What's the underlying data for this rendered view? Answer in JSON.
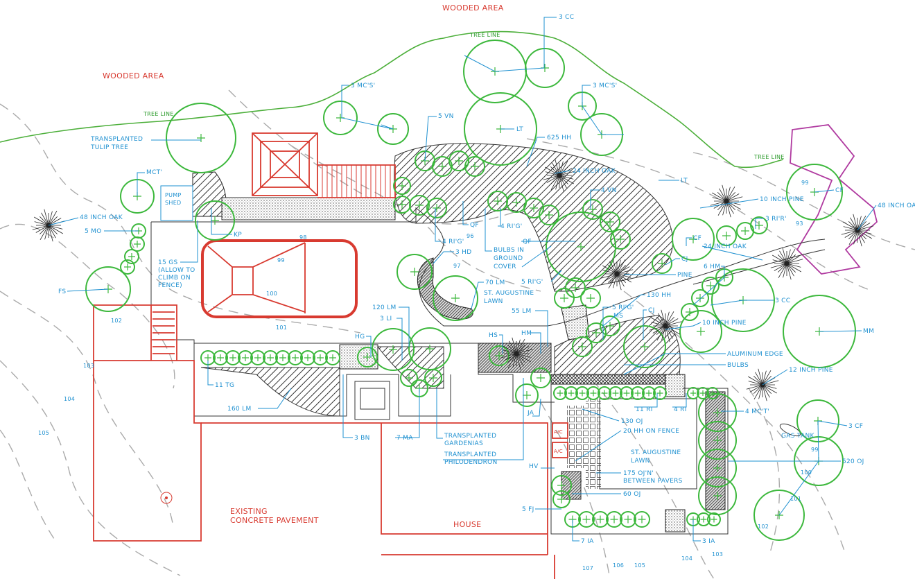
{
  "colors": {
    "plants": "#3cb83c",
    "labels": "#1e90d0",
    "structures": "#d83a30",
    "property": "#b03aa0",
    "contours": "#aaaaaa"
  },
  "areas": {
    "wooded_top": "WOODED AREA",
    "wooded_left": "WOODED AREA",
    "tree_line": "TREE LINE",
    "house": "HOUSE",
    "pavement": [
      "EXISTING",
      "CONCRETE PAVEMENT"
    ],
    "pump_shed": [
      "PUMP",
      "SHED"
    ],
    "ac": "A/C"
  },
  "labels": {
    "cc_top": "3 CC",
    "mcs_left": "3 MC'S'",
    "mcs_right": "3 MC'S'",
    "tulip": [
      "TRANSPLANTED",
      "TULIP TREE"
    ],
    "vn5": "5 VN",
    "lt1": "LT",
    "hh625": "625 HH",
    "oak24_top": "24 INCH OAK",
    "lt2": "LT",
    "vn4": "4 VN",
    "mct": "MCT'",
    "oak48_left": "48 INCH OAK",
    "mo5": "5 MO",
    "kp": "KP",
    "gs15": [
      "15 GS",
      "(ALLOW TO",
      "CLIMB ON",
      "FENCE)"
    ],
    "fs": "FS",
    "qf1": "QF",
    "rig4a": "4 RI'G'",
    "rig4b": "4 RI'G'",
    "bulbs_gc": [
      "BULBS IN",
      "GROUND",
      "COVER"
    ],
    "qf2": "QF",
    "hd3": "3 HD",
    "lm70": "70 LM",
    "lawn1": [
      "ST. AUGUSTINE",
      "LAWN"
    ],
    "rig5a": "5 RI'G'",
    "lm55": "55 LM",
    "lm120": "120 LM",
    "li3": "3 LI",
    "hg": "HG",
    "hs": "HS",
    "hm": "HM",
    "pine10a": "10 INCH PINE",
    "oak48_right": "48 INCH OA",
    "cf1": "CF",
    "cf2": "CF",
    "rir3": "3 RI'R'",
    "oak24_right": "24 INCH OAK",
    "cj1": "CJ",
    "hm6": "6 HM",
    "pine": "PINE",
    "rig5b": "5 RI'G'",
    "ms": "MS",
    "cj2": "CJ",
    "hh130": "130 HH",
    "cc3": "3 CC",
    "pine10b": "10 INCH PINE",
    "mm": "MM",
    "alu_edge": "ALUMINUM EDGE",
    "bulbs": "BULBS",
    "pine12": "12 INCH PINE",
    "tg11": "11 TG",
    "lm160": "160 LM",
    "bn3": "3 BN",
    "ma7": "7 MA",
    "gardenias": [
      "TRANSPLANTED",
      "GARDENIAS"
    ],
    "philo": [
      "TRANSPLANTED",
      "PHILODENDRON"
    ],
    "ja": "JA",
    "ri11": "11 RI",
    "ri4": "4 RI",
    "mct4": "4 MC'T'",
    "cf3": "3 CF",
    "oj130": "130 OJ",
    "hh20": "20 HH ON FENCE",
    "gas": "GAS TANK",
    "lawn2": [
      "ST. AUGUSTINE",
      "LAWN"
    ],
    "hv": "HV",
    "oj175": [
      "175 OJ'N'",
      "BETWEEN PAVERS"
    ],
    "oj520": "520 OJ",
    "oj60": "60 OJ",
    "fj5": "5 FJ",
    "ia7": "7 IA",
    "ia3": "3 IA"
  },
  "contours": {
    "c93": "93",
    "c96": "96",
    "c97": "97",
    "c98": "98",
    "c99": "99",
    "c100": "100",
    "c101": "101",
    "c102": "102",
    "c103": "103",
    "c104": "104",
    "c105": "105",
    "c106": "106",
    "c107": "107"
  }
}
